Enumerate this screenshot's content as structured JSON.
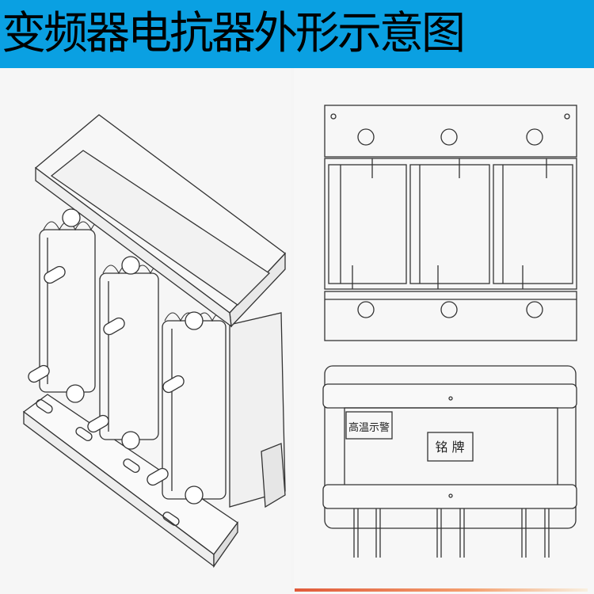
{
  "title": "变频器电抗器外形示意图",
  "front_view": {
    "warning_label": "高温示警",
    "nameplate_label": "铭 牌"
  },
  "colors": {
    "banner": "#0aa0e2",
    "line": "#333333",
    "accent": "#e05a3a"
  }
}
